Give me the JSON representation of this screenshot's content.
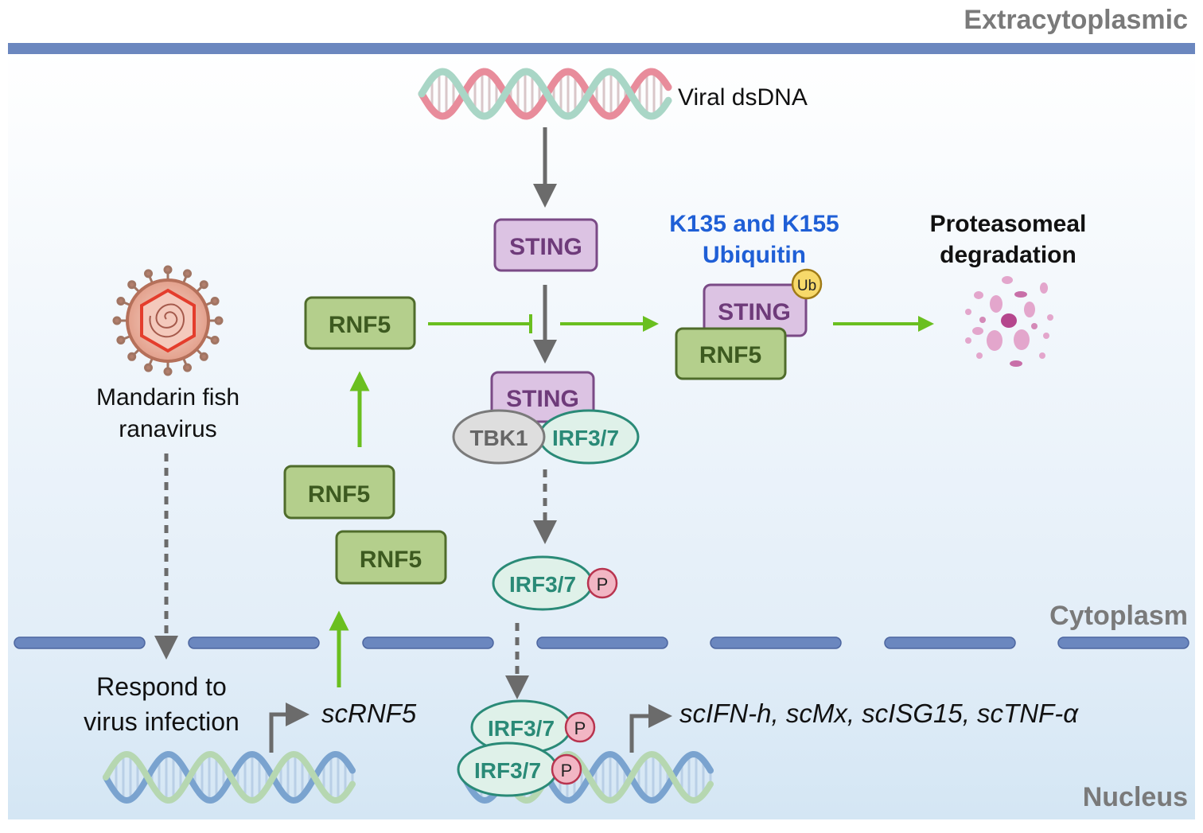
{
  "compartments": {
    "extracytoplasmic": "Extracytoplasmic",
    "cytoplasm": "Cytoplasm",
    "nucleus": "Nucleus"
  },
  "labels": {
    "viral_dsdna": "Viral dsDNA",
    "sting_top": "STING",
    "rnf5_main": "RNF5",
    "sting_complex": "STING",
    "tbk1": "TBK1",
    "irf37_complex": "IRF3/7",
    "irf37_phos": "IRF3/7",
    "p_mark": "P",
    "rnf5_left_a": "RNF5",
    "rnf5_left_b": "RNF5",
    "ubiquitin_line1": "K135 and K155",
    "ubiquitin_line2": "Ubiquitin",
    "ub_badge": "Ub",
    "sting_ub": "STING",
    "rnf5_ub": "RNF5",
    "degradation_line1": "Proteasomeal",
    "degradation_line2": "degradation",
    "virus_line1": "Mandarin fish",
    "virus_line2": "ranavirus",
    "respond_line1": "Respond to",
    "respond_line2": "virus infection",
    "scrnf5": "scRNF5",
    "irf37_nuc_top": "IRF3/7",
    "irf37_nuc_bottom": "IRF3/7",
    "target_genes": "scIFN-h, scMx, scISG15, scTNF-α"
  },
  "colors": {
    "membrane": "#6b87bf",
    "sting_fill": "#dcc3e3",
    "sting_stroke": "#7a4a86",
    "rnf5_fill": "#b4cf8c",
    "rnf5_stroke": "#4f6c2b",
    "irf_fill": "#dff1e9",
    "irf_stroke": "#2a8a77",
    "tbk1_fill": "#dedede",
    "green_arrow": "#6abf1f",
    "gray_arrow": "#6b6b6b",
    "ubiquitin_text": "#1f5fd6",
    "compartment_text": "#7a7a7a"
  },
  "icons": {
    "virus": "ranavirus-icon",
    "dna": "dna-helix-icon",
    "debris": "proteasome-debris-icon"
  }
}
